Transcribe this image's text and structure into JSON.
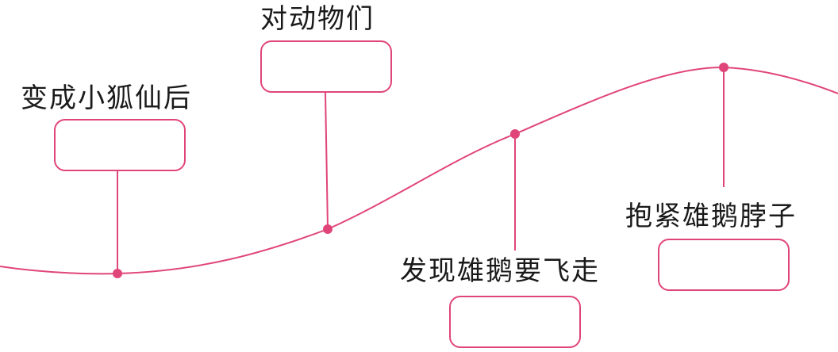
{
  "colors": {
    "accent": "#e0457a",
    "text": "#1a1a1a",
    "background": "#ffffff"
  },
  "plot_stages": [
    {
      "label": "变成小狐仙后",
      "answer": ""
    },
    {
      "label": "对动物们",
      "answer": ""
    },
    {
      "label": "发现雄鹅要飞走",
      "answer": ""
    },
    {
      "label": "抱紧雄鹅脖子",
      "answer": ""
    }
  ]
}
